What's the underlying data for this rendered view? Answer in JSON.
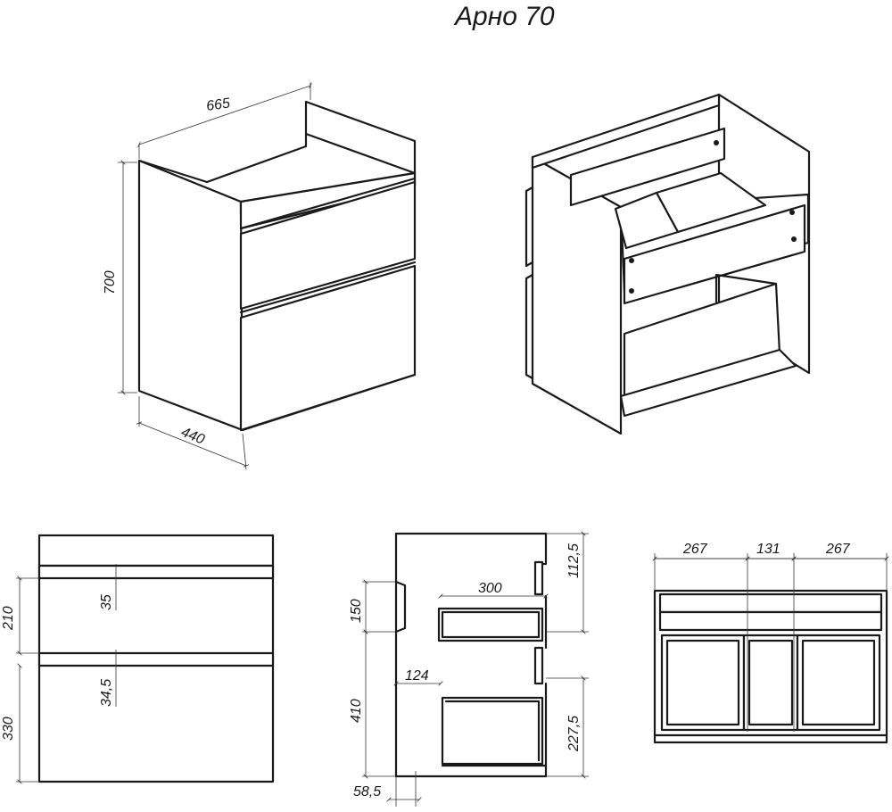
{
  "title": "Арно 70",
  "iso": {
    "width": "665",
    "height": "700",
    "depth": "440"
  },
  "front": {
    "h_top": "210",
    "h_bottom": "330",
    "gap1": "35",
    "gap2": "34,5"
  },
  "side": {
    "d300": "300",
    "d150": "150",
    "d124": "124",
    "d410": "410",
    "d112": "112,5",
    "d227": "227,5",
    "d58": "58,5"
  },
  "top": {
    "w1": "267",
    "w2": "131",
    "w3": "267"
  }
}
